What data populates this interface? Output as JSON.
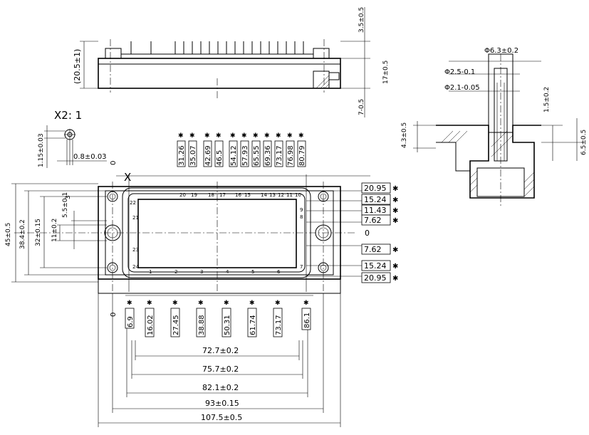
{
  "detail_label": "X2: 1",
  "detail_dims": {
    "height": "1.15±0.03",
    "width": "0.8±0.03"
  },
  "side_view": {
    "height_total": "(20.5±1)",
    "pin_protrusion": "3.5±0.5",
    "body_height": "17±0.5",
    "bottom_offset": "7-0.5"
  },
  "pin_detail": {
    "dia_outer": "Φ6.3±0.2",
    "dia_mid": "Φ2.5-0.1",
    "dia_inner": "Φ2.1-0.05",
    "depth": "1.5±0.2",
    "height_a": "4.3±0.5",
    "height_b": "6.5±0.5"
  },
  "top_dims": [
    "31.26",
    "35.07",
    "42.69",
    "46.5",
    "54.12",
    "57.93",
    "65.55",
    "69.36",
    "73.17",
    "76.98",
    "80.79"
  ],
  "top_pin_numbers": [
    "20",
    "19",
    "18",
    "17",
    "16",
    "15",
    "14",
    "13",
    "12",
    "11",
    "10"
  ],
  "right_dims": [
    "20.95",
    "15.24",
    "11.43",
    "7.62",
    "7.62",
    "15.24",
    "20.95"
  ],
  "right_zero": "0",
  "left_dims": {
    "overall": "45±0.5",
    "inner": "38.4±0.2",
    "pitch": "32±0.15",
    "hole": "11±0.2",
    "small": "5.5±0.1",
    "small2": "3"
  },
  "pin_labels": {
    "p22": "22",
    "p21": "21",
    "p23": "23",
    "p24": "24",
    "p9": "9",
    "p8": "8",
    "p1": "1",
    "p2": "2",
    "p3": "3",
    "p4": "4",
    "p5": "5",
    "p6": "6",
    "p7": "7"
  },
  "bottom_dims": [
    "6.9",
    "16.02",
    "27.45",
    "38.88",
    "50.31",
    "61.74",
    "73.17",
    "86.1"
  ],
  "zero_marks": {
    "top": "0",
    "x": "X",
    "bottom": "0"
  },
  "width_dims": [
    "72.7±0.2",
    "75.7±0.2",
    "82.1±0.2",
    "93±0.15",
    "107.5±0.5"
  ],
  "star": "✱"
}
